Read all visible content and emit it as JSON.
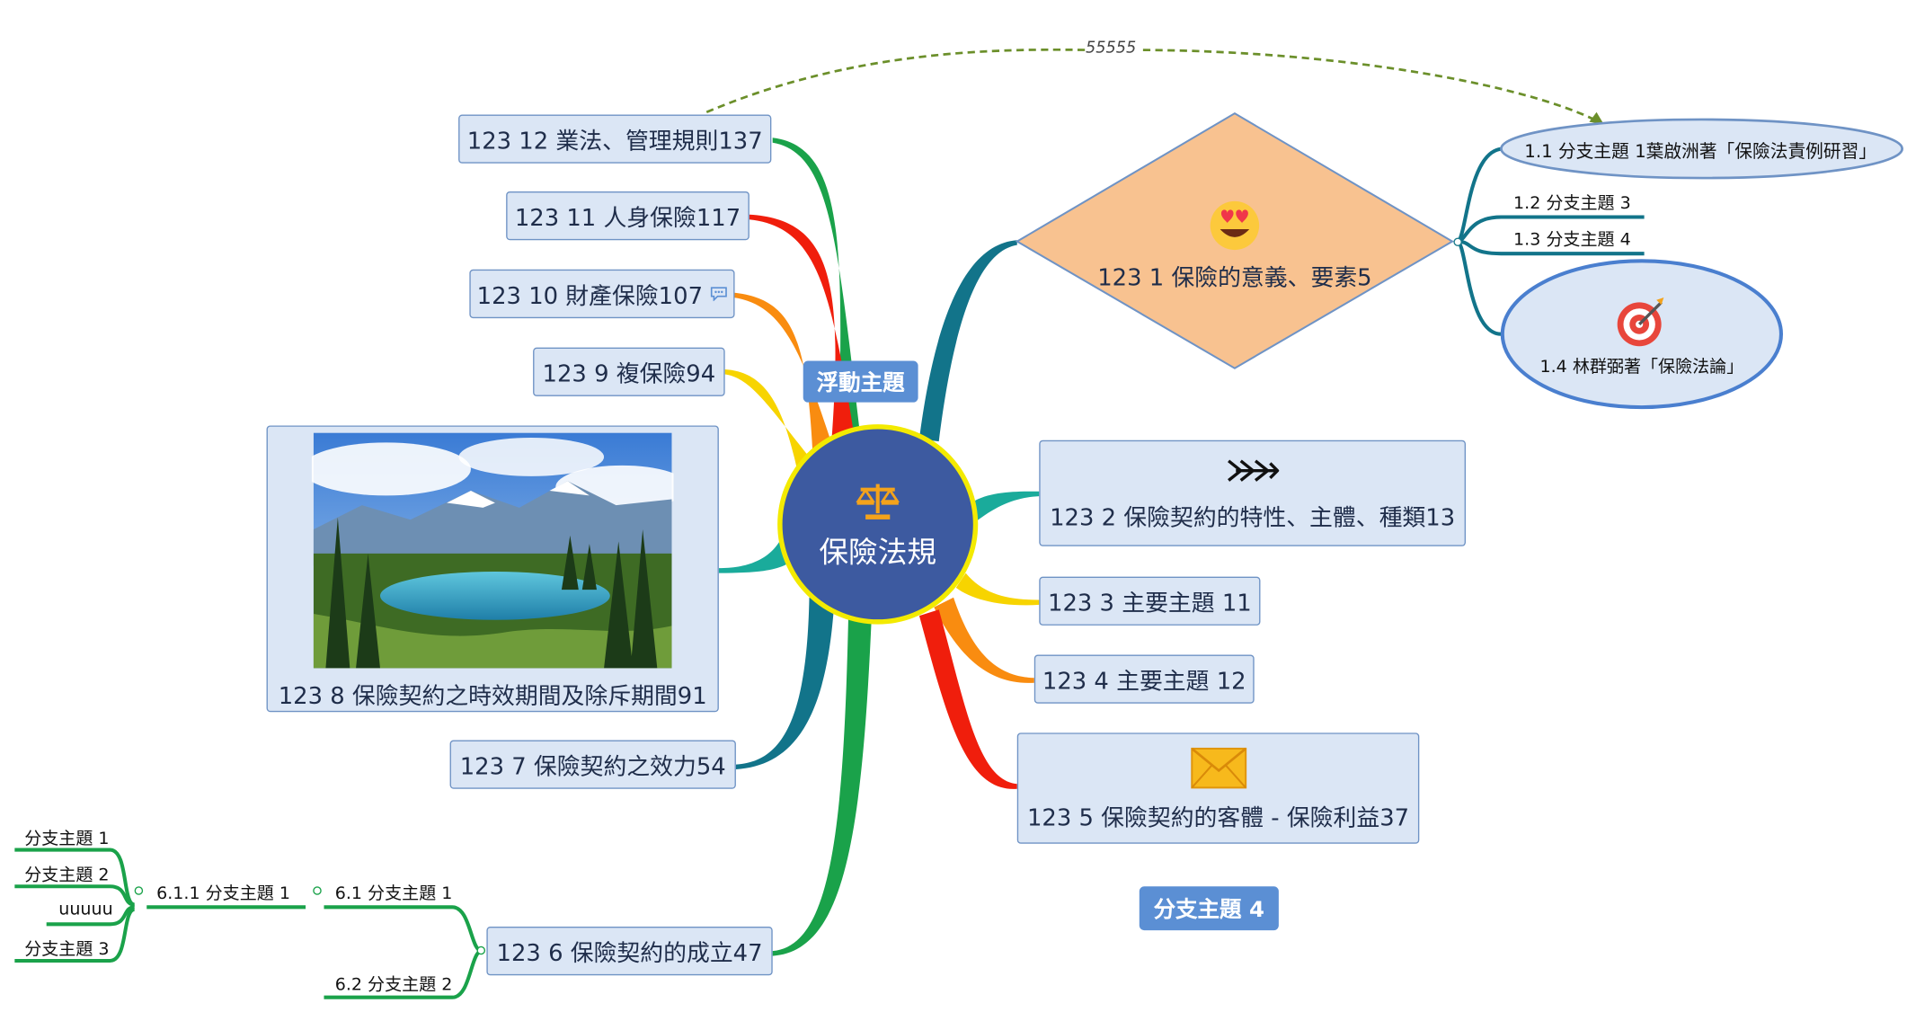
{
  "central": {
    "title": "保險法規",
    "icon": "scale-icon"
  },
  "floating_topics": [
    "浮動主題",
    "分支主題 4"
  ],
  "relationship_label": "55555",
  "topics": {
    "t1": {
      "label": "123 1 保險的意義、要素5",
      "icon": "heart-eyes-emoji-icon"
    },
    "t2": {
      "label": "123 2 保險契約的特性、主體、種類13",
      "icon": "double-arrow-icon"
    },
    "t3": {
      "label": "123 3 主要主題 11"
    },
    "t4": {
      "label": "123 4 主要主題 12"
    },
    "t5": {
      "label": "123 5 保險契約的客體 - 保險利益37",
      "icon": "envelope-icon"
    },
    "t6": {
      "label": "123 6 保險契約的成立47"
    },
    "t7": {
      "label": "123 7 保險契約之效力54"
    },
    "t8": {
      "label": "123 8 保險契約之時效期間及除斥期間91",
      "image": "mountain-lake-photo"
    },
    "t9": {
      "label": "123 9 複保險94"
    },
    "t10": {
      "label": "123 10 財產保險107",
      "icon": "comment-icon"
    },
    "t11": {
      "label": "123 11 人身保險117"
    },
    "t12": {
      "label": "123 12 業法、管理規則137"
    }
  },
  "subtopics": {
    "s1_1": "1.1 分支主題 1葉啟洲著「保險法責例研習」",
    "s1_2": "1.2 分支主題 3",
    "s1_3": "1.3 分支主題 4",
    "s1_4": "1.4 林群弼著「保險法論」",
    "s6_1": "6.1 分支主題 1",
    "s6_2": "6.2 分支主題 2",
    "s6_1_1": "6.1.1 分支主題 1",
    "leaves": [
      "分支主題 1",
      "分支主題 2",
      "uuuuu",
      "分支主題 3"
    ]
  },
  "colors": {
    "central_fill": "#3d5aa0",
    "central_border": "#f3ea00",
    "topic_fill": "#dbe6f5",
    "topic_border": "#6f93c5",
    "diamond_fill": "#f8c290",
    "float_fill": "#5b8fd4",
    "branch_green": "#1aa24a",
    "branch_red": "#f01e0c",
    "branch_orange": "#f98c10",
    "branch_yellow": "#f7d400",
    "branch_teal": "#1aab9b",
    "branch_petrol": "#12748a",
    "relationship": "#6b8f2a"
  }
}
